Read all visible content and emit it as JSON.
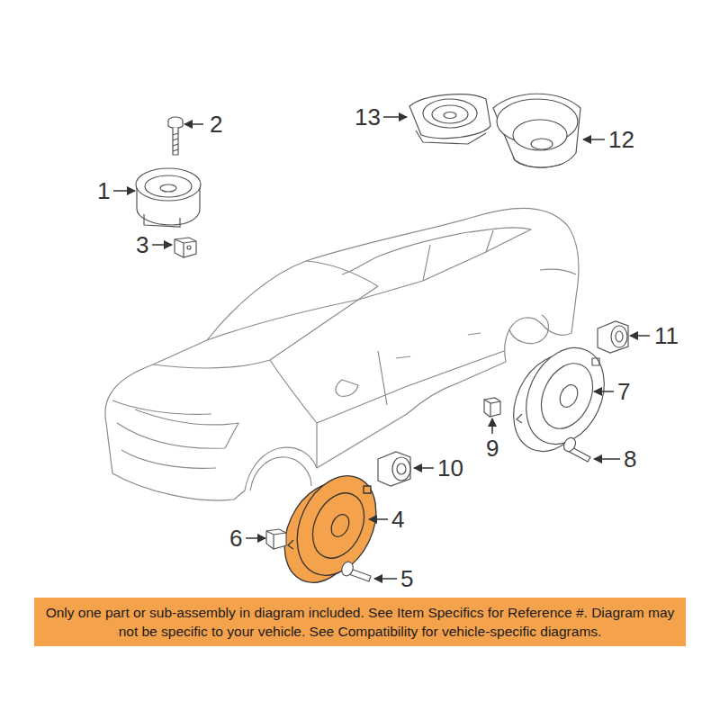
{
  "diagram": {
    "nodes": [
      {
        "text": [
          "Only one part or sub-assembly in diagram included. See Item Specifics for Reference #. Diagram may not be specific to your vehicle. See Compatibility for vehicle-specific diagrams."
        ]
      }
    ],
    "edges": [],
    "labels": [
      "2",
      "13",
      "12",
      "1",
      "3",
      "11",
      "7",
      "9",
      "10",
      "8",
      "4",
      "6",
      "5"
    ]
  }
}
